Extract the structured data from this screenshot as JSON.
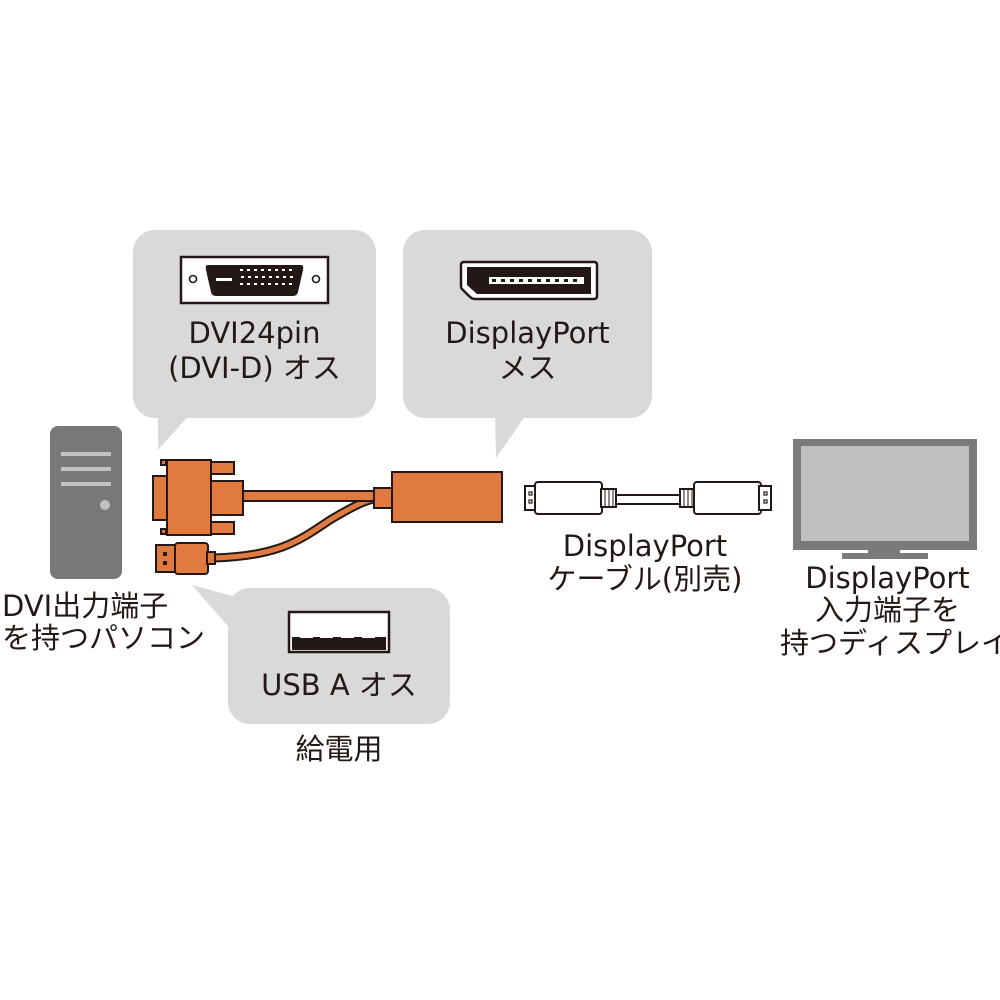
{
  "colors": {
    "bubble": "#d9d9d9",
    "cable_orange": "#e07a3f",
    "outline": "#231815",
    "pc_gray": "#787878",
    "monitor_frame": "#7a7a7a",
    "monitor_screen": "#bfbfbf",
    "text": "#231815"
  },
  "callouts": {
    "dvi": {
      "icon": "dvi-connector-icon",
      "line1": "DVI24pin",
      "line2": "(DVI-D) オス"
    },
    "displayport": {
      "icon": "displayport-connector-icon",
      "line1": "DisplayPort",
      "line2": "メス"
    },
    "usb": {
      "icon": "usb-a-connector-icon",
      "line1": "USB A オス"
    }
  },
  "labels": {
    "pc": {
      "icon": "pc-tower-icon",
      "line1": "DVI出力端子",
      "line2": "を持つパソコン"
    },
    "usb_purpose": "給電用",
    "cable": {
      "icon": "displayport-cable-icon",
      "line1": "DisplayPort",
      "line2": "ケーブル(別売)"
    },
    "display": {
      "icon": "monitor-icon",
      "line1": "DisplayPort",
      "line2": "入力端子を",
      "line3": "持つディスプレイ"
    }
  },
  "adapter": {
    "icon": "dvi-to-displayport-adapter-icon"
  }
}
